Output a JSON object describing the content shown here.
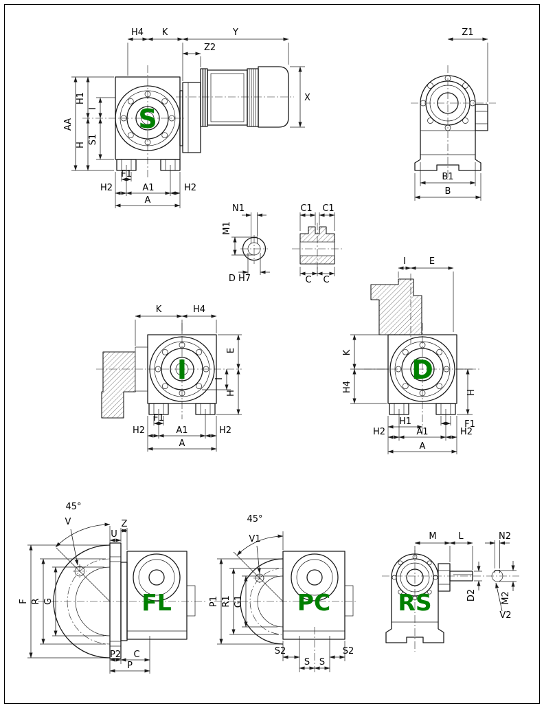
{
  "drawing": {
    "letter_color": "#008000",
    "line_color": "#1a1a1a"
  },
  "views": {
    "s": {
      "letter": "S",
      "h4": "H4",
      "k": "K",
      "y": "Y",
      "z2": "Z2",
      "x": "X",
      "aa": "AA",
      "h1": "H1",
      "i": "I",
      "s1": "S1",
      "h": "H",
      "f1": "F1",
      "h2_left": "H2",
      "a1": "A1",
      "h2_right": "H2",
      "a": "A"
    },
    "rear": {
      "z1": "Z1",
      "b1": "B1",
      "b": "B"
    },
    "shaft_detail": {
      "n1": "N1",
      "m1": "M1",
      "d_h7": "D H7",
      "c1_left": "C1",
      "c1_right": "C1",
      "c_left": "C",
      "c_right": "C"
    },
    "i": {
      "letter": "I",
      "k": "K",
      "h4": "H4",
      "e": "E",
      "i": "I",
      "h": "H",
      "f1": "F1",
      "h2_left": "H2",
      "a1": "A1",
      "h2_right": "H2",
      "a": "A"
    },
    "d": {
      "letter": "D",
      "i": "I",
      "e": "E",
      "k": "K",
      "h4": "H4",
      "h": "H",
      "h1": "H1",
      "f1": "F1",
      "h2_left": "H2",
      "a1": "A1",
      "h2_right": "H2",
      "a": "A"
    },
    "fl": {
      "letter": "FL",
      "angle": "45°",
      "v": "V",
      "z": "Z",
      "u": "U",
      "f": "F",
      "r": "R",
      "g": "G",
      "p2": "P2",
      "c": "C",
      "p": "P"
    },
    "pc": {
      "letter": "PC",
      "angle": "45°",
      "v1": "V1",
      "p1": "P1",
      "r1": "R1",
      "g1": "G1",
      "s2_left": "S2",
      "s_left": "S",
      "s_right": "S",
      "s2_right": "S2"
    },
    "rs": {
      "letter": "RS",
      "m": "M",
      "l": "L",
      "n2": "N2",
      "d2": "D2",
      "m2": "M2",
      "v2": "V2"
    }
  }
}
